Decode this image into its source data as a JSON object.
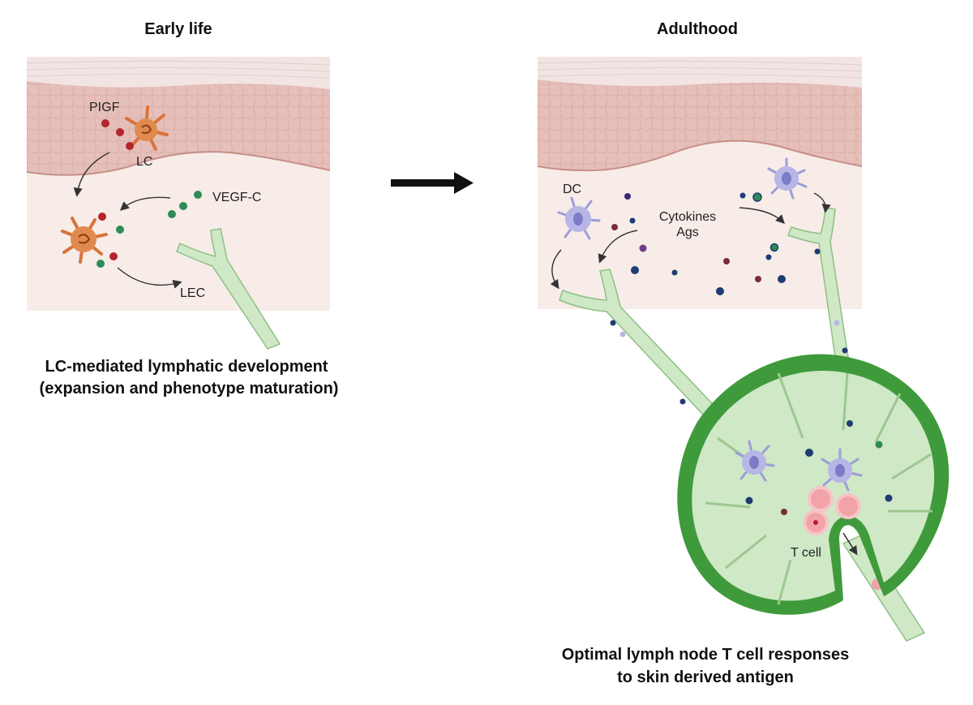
{
  "panels": {
    "left_title": "Early life",
    "right_title": "Adulthood"
  },
  "labels": {
    "pigf": "PIGF",
    "lc": "LC",
    "vegfc": "VEGF-C",
    "lec": "LEC",
    "dc": "DC",
    "cytokines": "Cytokines",
    "ags": "Ags",
    "tcell": "T cell"
  },
  "captions": {
    "left_line1": "LC-mediated lymphatic development",
    "left_line2": "(expansion and phenotype maturation)",
    "right_line1": "Optimal lymph node T cell responses",
    "right_line2": "to skin derived antigen"
  },
  "colors": {
    "epidermis": "#e8c4c0",
    "stratum_corneum": "#f2e6e4",
    "dermis": "#f7ece8",
    "lymph_green": "#cfe8c6",
    "lymph_dark_green": "#3f9a3c",
    "lc_orange": "#e08a4f",
    "dc_purple": "#b7b6e6",
    "tcell_pink": "#f2a3a8",
    "pigf_red": "#b3262b",
    "vegfc_green": "#2e8b57",
    "antigen_navy": "#1f3b73"
  }
}
